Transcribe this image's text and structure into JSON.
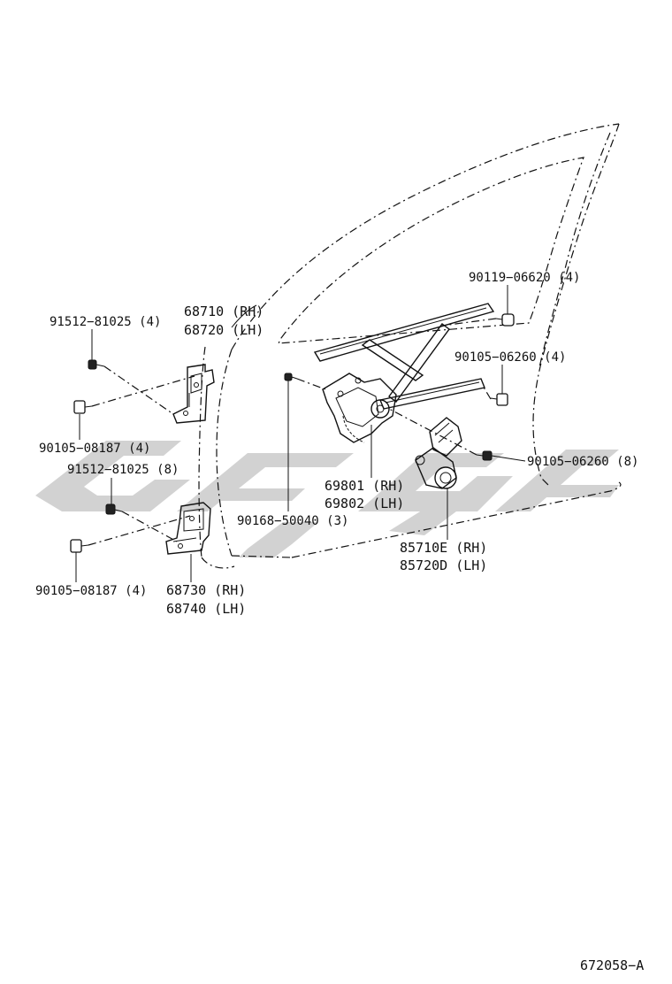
{
  "labels": {
    "bolt_91512_top": "91512−81025 (4)",
    "bolt_90105_08187_top": "90105−08187 (4)",
    "bolt_91512_mid": "91512−81025 (8)",
    "bolt_90105_08187_bottom": "90105−08187 (4)",
    "hinge_upper_rh": "68710 (RH)",
    "hinge_upper_lh": "68720 (LH)",
    "hinge_lower_rh": "68730 (RH)",
    "hinge_lower_lh": "68740 (LH)",
    "bolt_90119": "90119−06620 (4)",
    "bolt_90105_06260_4": "90105−06260 (4)",
    "bolt_90105_06260_8": "90105−06260 (8)",
    "regulator_rh": "69801 (RH)",
    "regulator_lh": "69802 (LH)",
    "bolt_90168": "90168−50040 (3)",
    "motor_rh": "85710E (RH)",
    "motor_lh": "85720D (LH)",
    "figure_code": "672058−A"
  },
  "colors": {
    "line": "#111111",
    "watermark": "#d2d2d2",
    "background": "#ffffff"
  }
}
